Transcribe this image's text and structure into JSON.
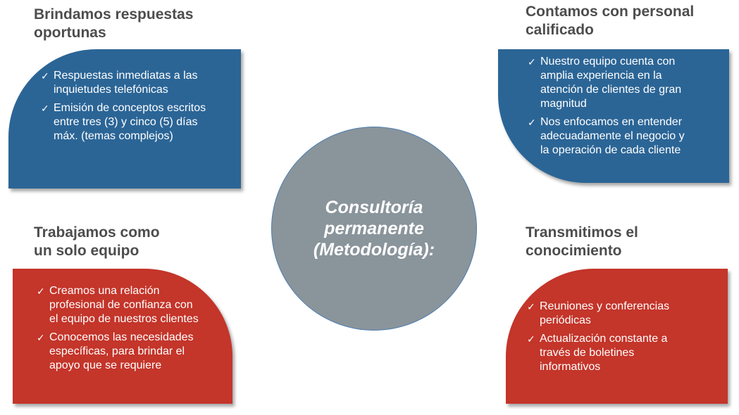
{
  "center": {
    "lines": [
      "Consultoría",
      "permanente",
      "(Metodología):"
    ]
  },
  "quadrants": {
    "top_left": {
      "heading": [
        "Brindamos respuestas",
        "oportunas"
      ],
      "items": [
        [
          "Respuestas inmediatas a las",
          "inquietudes telefónicas"
        ],
        [
          "Emisión de conceptos escritos",
          "entre tres (3) y cinco  (5) días",
          "máx. (temas  complejos)"
        ]
      ],
      "color": "#2b6596"
    },
    "top_right": {
      "heading": [
        "Contamos con personal",
        "calificado"
      ],
      "items": [
        [
          "Nuestro equipo cuenta con",
          "amplia experiencia en la",
          "atención de clientes de gran",
          "magnitud"
        ],
        [
          "Nos enfocamos en entender",
          "adecuadamente el negocio y",
          "la operación de cada cliente"
        ]
      ],
      "color": "#2b6596"
    },
    "bottom_left": {
      "heading": [
        "Trabajamos como",
        "un solo equipo"
      ],
      "items": [
        [
          "Creamos una relación",
          "profesional de confianza con",
          "el equipo de nuestros clientes"
        ],
        [
          "Conocemos las necesidades",
          "específicas, para brindar el",
          "apoyo que se requiere"
        ]
      ],
      "color": "#c4352a"
    },
    "bottom_right": {
      "heading": [
        "Transmitimos el",
        "conocimiento"
      ],
      "items": [
        [
          "Reuniones y conferencias",
          "periódicas"
        ],
        [
          "Actualización constante a",
          "través de boletines",
          "informativos"
        ]
      ],
      "color": "#c4352a"
    }
  }
}
